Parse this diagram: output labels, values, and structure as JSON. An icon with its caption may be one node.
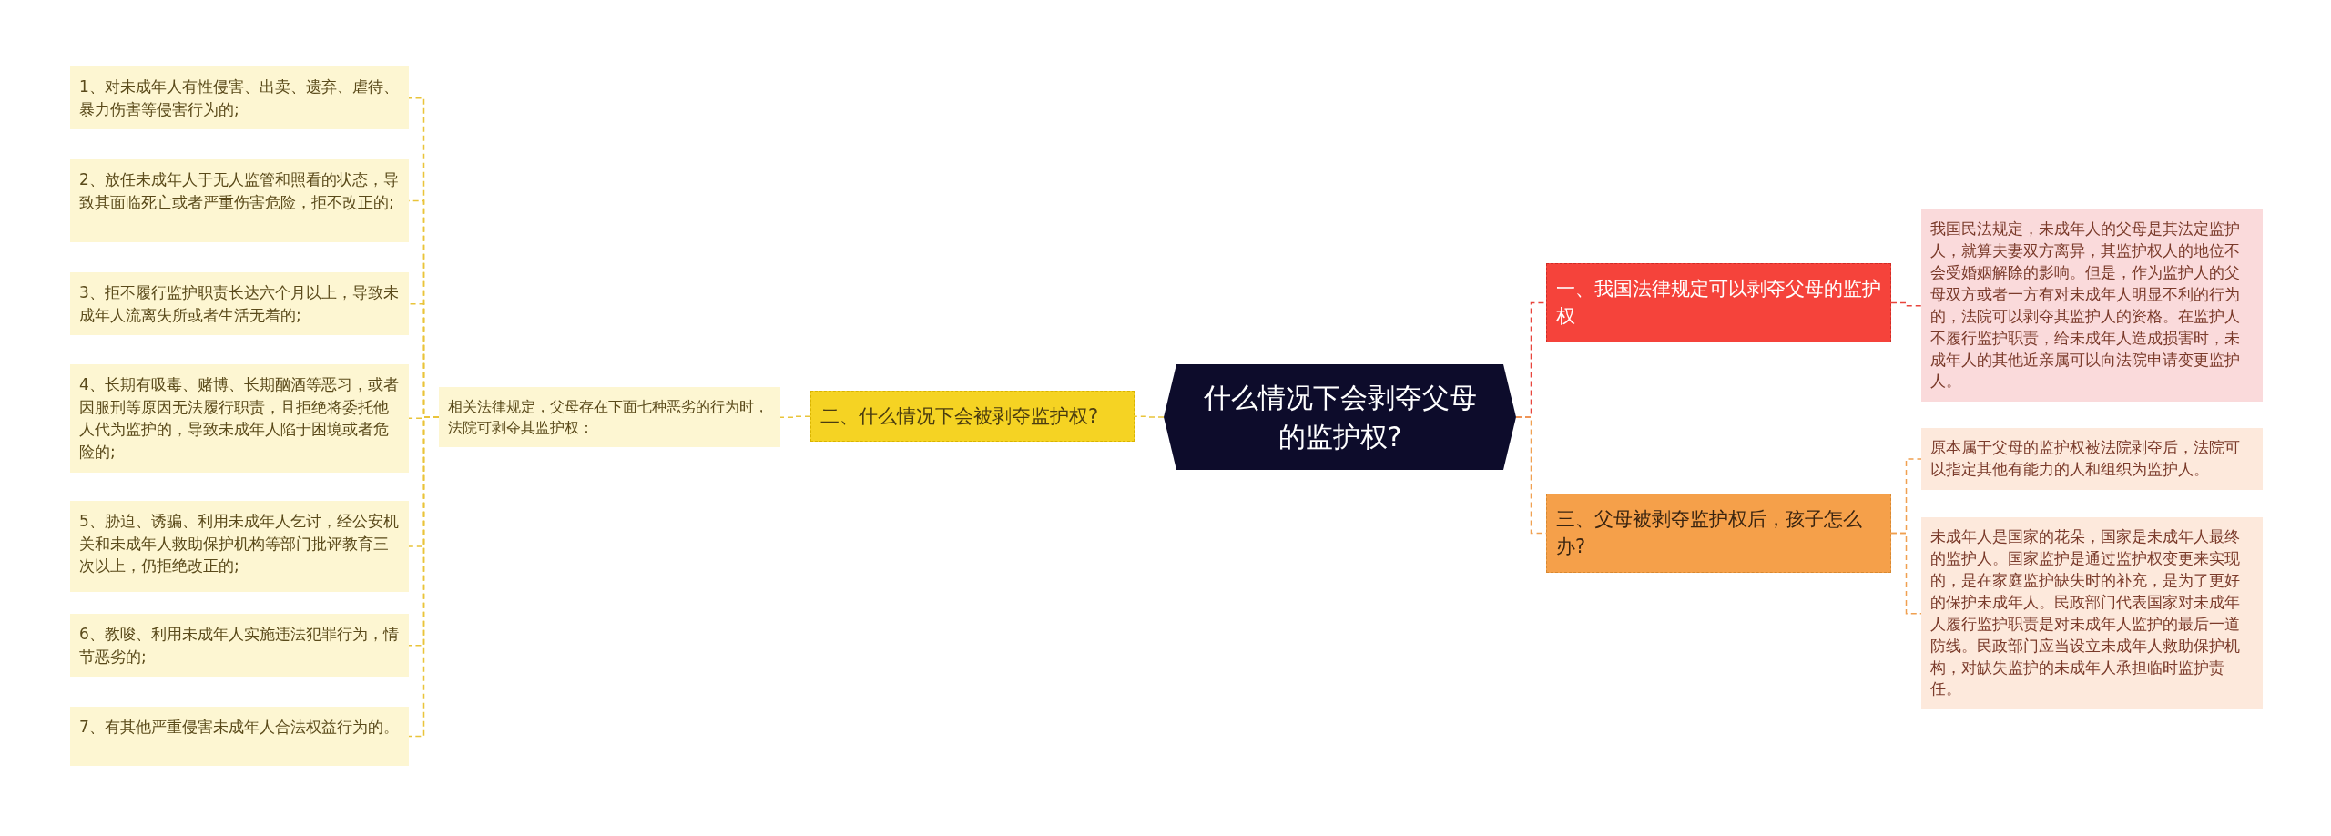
{
  "diagram": {
    "nodes": [
      {
        "text": [
          "什么情况下会剥夺父母的监护权?"
        ]
      },
      {
        "text": [
          "二、什么情况下会被剥夺监护权?"
        ]
      },
      {
        "text": [
          "相关法律规定，父母存在下面七种恶劣的行为时，法院可剥夺其监护权："
        ]
      },
      {
        "text": [
          "1、对未成年人有性侵害、出卖、遗弃、虐待、暴力伤害等侵害行为的;"
        ]
      },
      {
        "text": [
          "2、放任未成年人于无人监管和照看的状态，导致其面临死亡或者严重伤害危险，拒不改正的;"
        ]
      },
      {
        "text": [
          "3、拒不履行监护职责长达六个月以上，导致未成年人流离失所或者生活无着的;"
        ]
      },
      {
        "text": [
          "4、长期有吸毒、赌博、长期酗酒等恶习，或者因服刑等原因无法履行职责，且拒绝将委托他人代为监护的，导致未成年人陷于困境或者危险的;"
        ]
      },
      {
        "text": [
          "5、胁迫、诱骗、利用未成年人乞讨，经公安机关和未成年人救助保护机构等部门批评教育三次以上，仍拒绝改正的;"
        ]
      },
      {
        "text": [
          "6、教唆、利用未成年人实施违法犯罪行为，情节恶劣的;"
        ]
      },
      {
        "text": [
          "7、有其他严重侵害未成年人合法权益行为的。"
        ]
      },
      {
        "text": [
          "一、我国法律规定可以剥夺父母的监护权"
        ]
      },
      {
        "text": [
          "我国民法规定，未成年人的父母是其法定监护人，就算夫妻双方离异，其监护权人的地位不会受婚姻解除的影响。但是，作为监护人的父母双方或者一方有对未成年人明显不利的行为的，法院可以剥夺其监护人的资格。在监护人不履行监护职责，给未成年人造成损害时，未成年人的其他近亲属可以向法院申请变更监护人。"
        ]
      },
      {
        "text": [
          "三、父母被剥夺监护权后，孩子怎么办?"
        ]
      },
      {
        "text": [
          "原本属于父母的监护权被法院剥夺后，法院可以指定其他有能力的人和组织为监护人。"
        ]
      },
      {
        "text": [
          "未成年人是国家的花朵，国家是未成年人最终的监护人。国家监护是通过监护权变更来实现的，是在家庭监护缺失时的补充，是为了更好的保护未成年人。民政部门代表国家对未成年人履行监护职责是对未成年人监护的最后一道防线。民政部门应当设立未成年人救助保护机构，对缺失监护的未成年人承担临时监护责任。"
        ]
      }
    ],
    "edges": [
      {
        "from": 0,
        "to": 1,
        "arrow": "none"
      },
      {
        "from": 1,
        "to": 2,
        "arrow": "none"
      },
      {
        "from": 2,
        "to": 3,
        "arrow": "none"
      },
      {
        "from": 2,
        "to": 4,
        "arrow": "none"
      },
      {
        "from": 2,
        "to": 5,
        "arrow": "none"
      },
      {
        "from": 2,
        "to": 6,
        "arrow": "none"
      },
      {
        "from": 2,
        "to": 7,
        "arrow": "none"
      },
      {
        "from": 2,
        "to": 8,
        "arrow": "none"
      },
      {
        "from": 2,
        "to": 9,
        "arrow": "none"
      },
      {
        "from": 0,
        "to": 10,
        "arrow": "none",
        "color": "#e8453c"
      },
      {
        "from": 10,
        "to": 11,
        "arrow": "none",
        "color": "#e8453c"
      },
      {
        "from": 0,
        "to": 12,
        "arrow": "none",
        "color": "#f0a050"
      },
      {
        "from": 12,
        "to": 13,
        "arrow": "none",
        "color": "#f0a050"
      },
      {
        "from": 12,
        "to": 14,
        "arrow": "none",
        "color": "#f0a050"
      }
    ]
  }
}
